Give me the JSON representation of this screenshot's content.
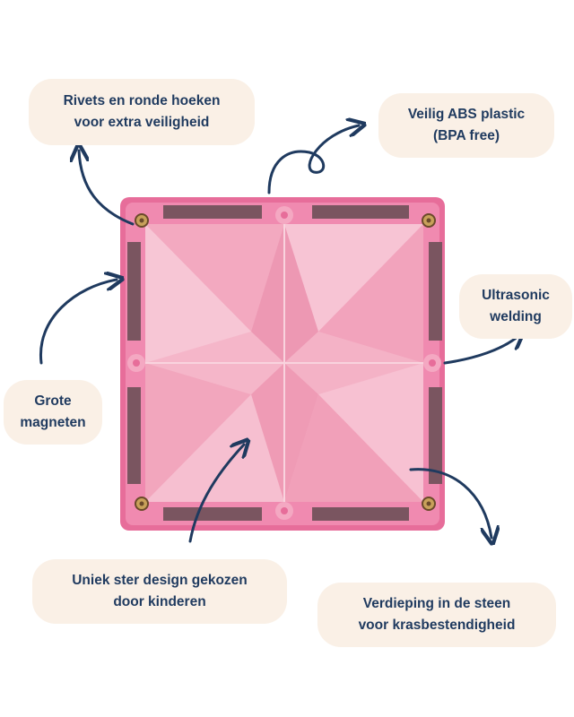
{
  "labels": {
    "rivets": {
      "line1": "Rivets en ronde hoeken",
      "line2": "voor extra veiligheid"
    },
    "abs": {
      "line1": "Veilig ABS plastic",
      "line2": "(BPA free)"
    },
    "ultrasonic": {
      "line1": "Ultrasonic",
      "line2": "welding"
    },
    "magnets": {
      "line1": "Grote",
      "line2": "magneten"
    },
    "star": {
      "line1": "Uniek ster design gekozen",
      "line2": "door kinderen"
    },
    "depth": {
      "line1": "Verdieping in de steen",
      "line2": "voor krasbestendigheid"
    }
  },
  "colors": {
    "label_bg": "#faf0e6",
    "text": "#1f3a5f",
    "arrow": "#1f3a5f",
    "tile_frame": "#e76d9a",
    "tile_face": "#f5b7cb",
    "magnet": "#7a5560",
    "rivet": "#c8a15a"
  },
  "icons": [
    "arrow-icon",
    "rivet-icon",
    "magnet-icon",
    "star-pattern-icon"
  ]
}
